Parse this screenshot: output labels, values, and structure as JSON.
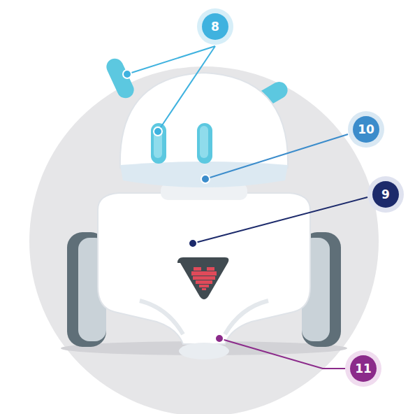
{
  "diagram": {
    "labels": [
      "8",
      "10",
      "9",
      "11"
    ]
  }
}
